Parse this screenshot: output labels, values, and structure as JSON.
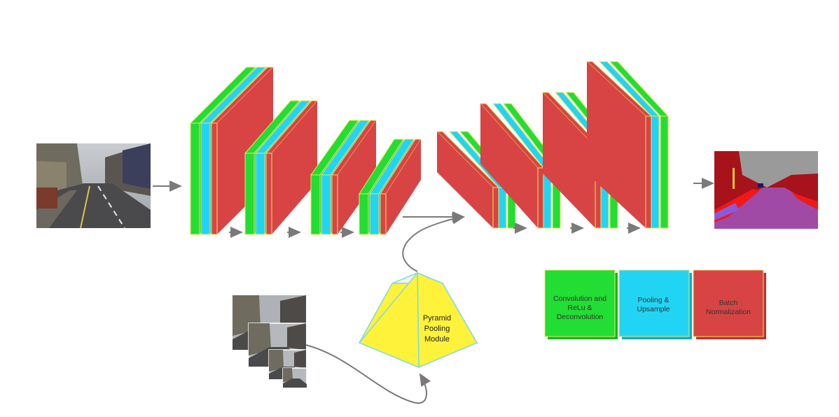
{
  "diagram": {
    "pyramid_label": [
      "Pyramid",
      "Pooling",
      "Module"
    ],
    "legend": [
      {
        "lines": [
          "Convolution and",
          "ReLu &",
          "Deconvolution"
        ],
        "color": "#22dd33"
      },
      {
        "lines": [
          "Pooling &",
          "Upsample"
        ],
        "color": "#22d4f4"
      },
      {
        "lines": [
          "Batch",
          "Normalization"
        ],
        "color": "#d84444"
      }
    ]
  },
  "colors": {
    "conv": "#22dd33",
    "conv_dark": "#18b426",
    "pool": "#22d4f4",
    "pool_dark": "#14aacc",
    "bn": "#d84444",
    "bn_dark": "#b43434",
    "edge": "#e8e860",
    "arrow": "#7a7a7a",
    "pyramid": "#fff23a",
    "pyramid_edge": "#7fd8e8"
  }
}
